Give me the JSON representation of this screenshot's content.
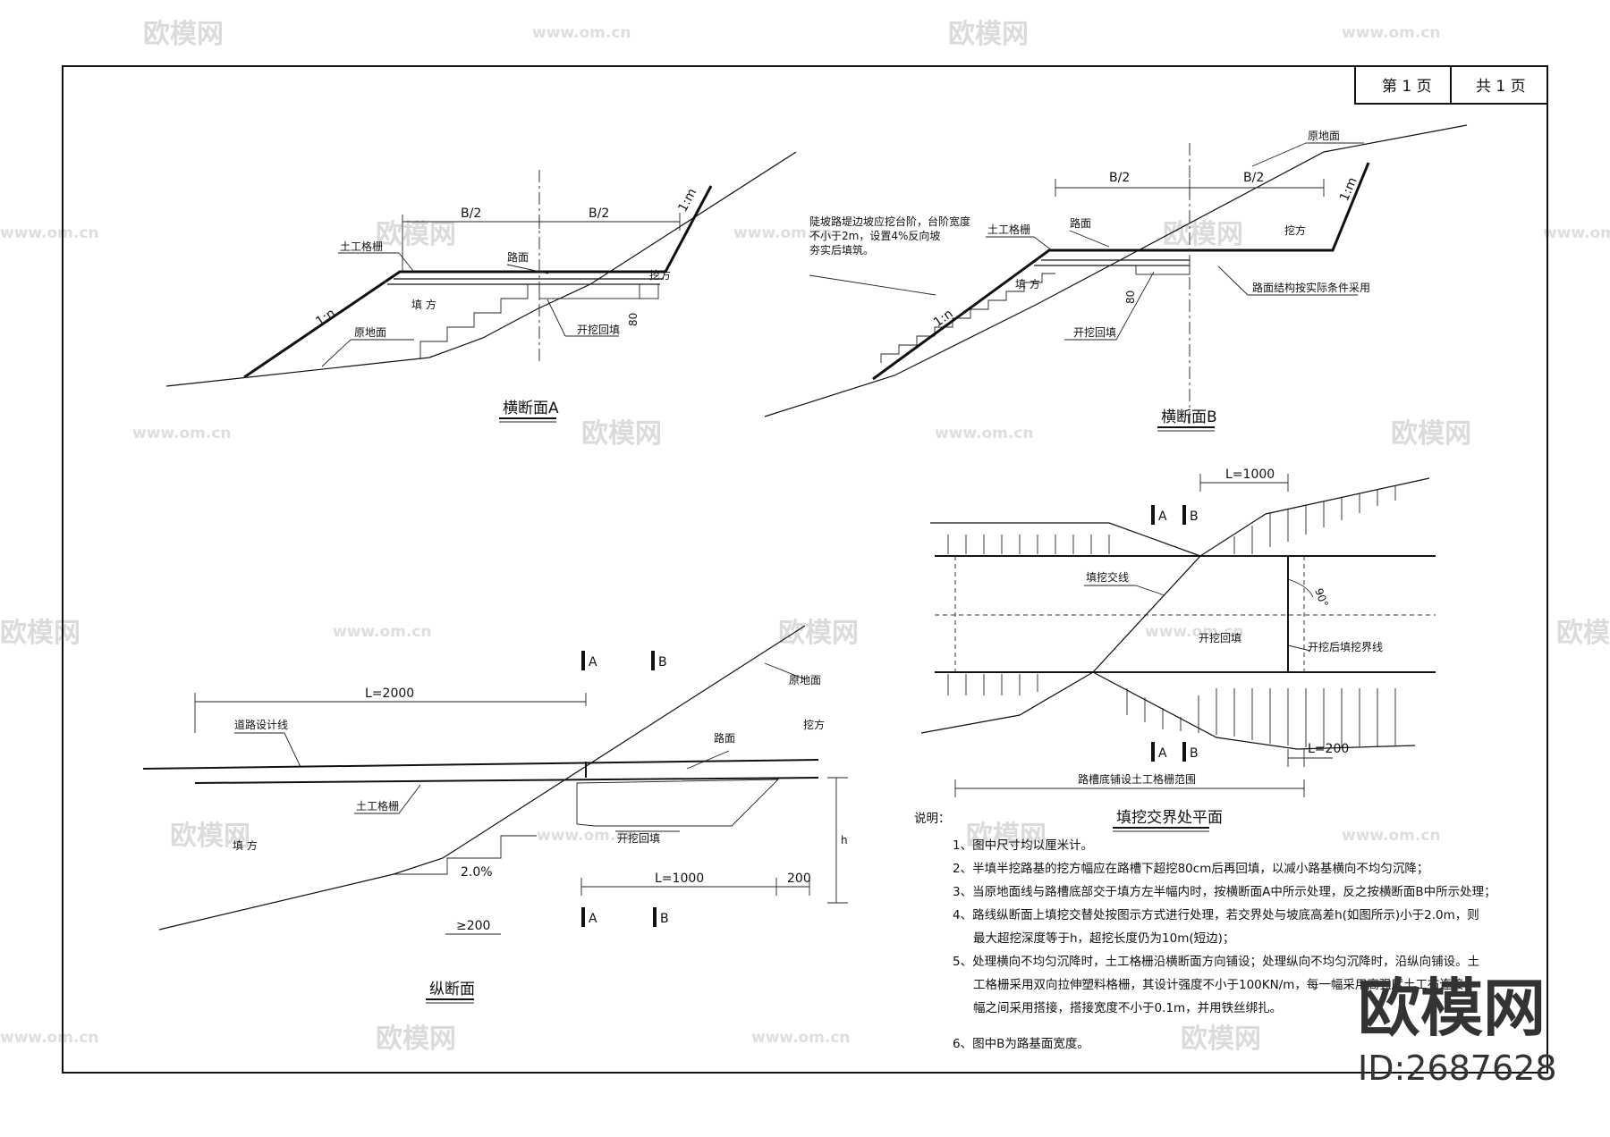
{
  "page_box": {
    "page_label": "第 1 页",
    "total_label": "共 1 页"
  },
  "section_a": {
    "title": "横断面A",
    "half_width_left": "B/2",
    "half_width_right": "B/2",
    "slope_fill": "1:n",
    "slope_cut": "1:m",
    "geogrid": "土工格栅",
    "pavement": "路面",
    "cut": "挖方",
    "fill": "填 方",
    "ground": "原地面",
    "backfill": "开挖回填",
    "depth": "80"
  },
  "section_b": {
    "title": "横断面B",
    "half_width_left": "B/2",
    "half_width_right": "B/2",
    "slope_fill": "1:n",
    "slope_cut": "1:m",
    "geogrid": "土工格栅",
    "pavement": "路面",
    "cut": "挖方",
    "fill": "填 方",
    "ground": "原地面",
    "backfill": "开挖回填",
    "depth": "80",
    "steep_note_1": "陡坡路堤边坡应挖台阶，台阶宽度",
    "steep_note_2": "不小于2m，设置4%反向坡",
    "steep_note_3": "夯实后填筑。",
    "structure_note": "路面结构按实际条件采用"
  },
  "longitudinal": {
    "title": "纵断面",
    "length": "L=2000",
    "design_line": "道路设计线",
    "ground": "原地面",
    "cut": "挖方",
    "pavement": "路面",
    "geogrid": "土工格栅",
    "fill": "填 方",
    "backfill": "开挖回填",
    "slope": "2.0%",
    "length_b": "L=1000",
    "extra": "200",
    "step_min": "≥200",
    "h": "h",
    "mark_a": "A",
    "mark_b": "B"
  },
  "plan": {
    "title": "填挖交界处平面",
    "length": "L=1000",
    "interface": "填挖交线",
    "backfill": "开挖回填",
    "boundary": "开挖后填挖界线",
    "angle": "90°",
    "extra": "L=200",
    "range": "路槽底铺设土工格栅范围",
    "mark_a": "A",
    "mark_b": "B"
  },
  "notes": {
    "heading": "说明：",
    "lines": [
      "1、图中尺寸均以厘米计。",
      "2、半填半挖路基的挖方幅应在路槽下超挖80cm后再回填，以减小路基横向不均匀沉降；",
      "3、当原地面线与路槽底部交于填方左半幅内时，按横断面A中所示处理，反之按横断面B中所示处理；",
      "4、路线纵断面上填挖交替处按图示方式进行处理，若交界处与坡底高差h(如图所示)小于2.0m，则",
      "最大超挖深度等于h，超挖长度仍为10m(短边)；",
      "5、处理横向不均匀沉降时，土工格栅沿横断面方向铺设；处理纵向不均匀沉降时，沿纵向铺设。土",
      "工格栅采用双向拉伸塑料格栅，其设计强度不小于100KN/m，每一幅采用高强度土工布连接，",
      "幅之间采用搭接，搭接宽度不小于0.1m，并用铁丝绑扎。",
      "6、图中B为路基面宽度。"
    ]
  },
  "watermark": {
    "brand": "欧模网",
    "url": "www.om.cn",
    "id": "ID:2687628"
  }
}
